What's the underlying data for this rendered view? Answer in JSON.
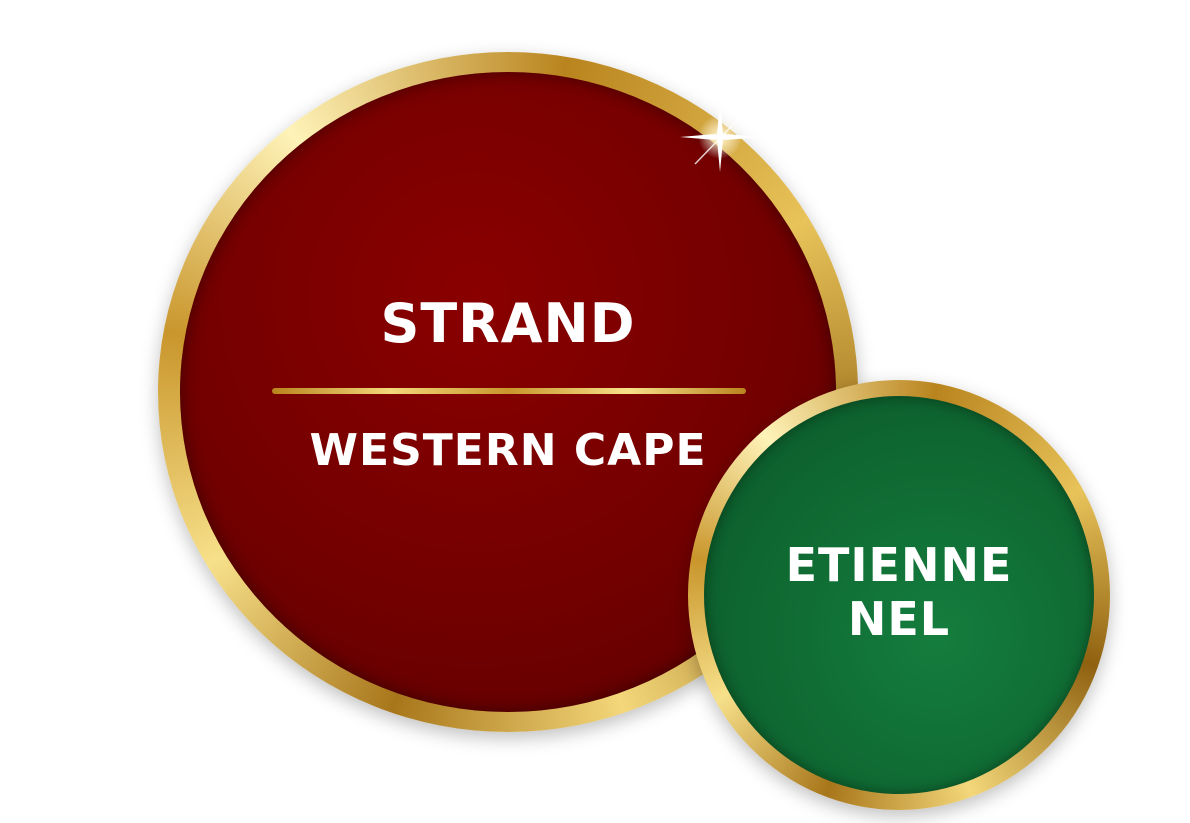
{
  "location_badge": {
    "city": "STRAND",
    "province": "WESTERN CAPE",
    "fill_color": "#730000",
    "ring_color": "#d4a93f"
  },
  "name_badge": {
    "first_name": "ETIENNE",
    "last_name": "NEL",
    "fill_color": "#0f6a32",
    "ring_color": "#d4a93f"
  },
  "decor": {
    "sparkle_icon": "sparkle-icon"
  }
}
